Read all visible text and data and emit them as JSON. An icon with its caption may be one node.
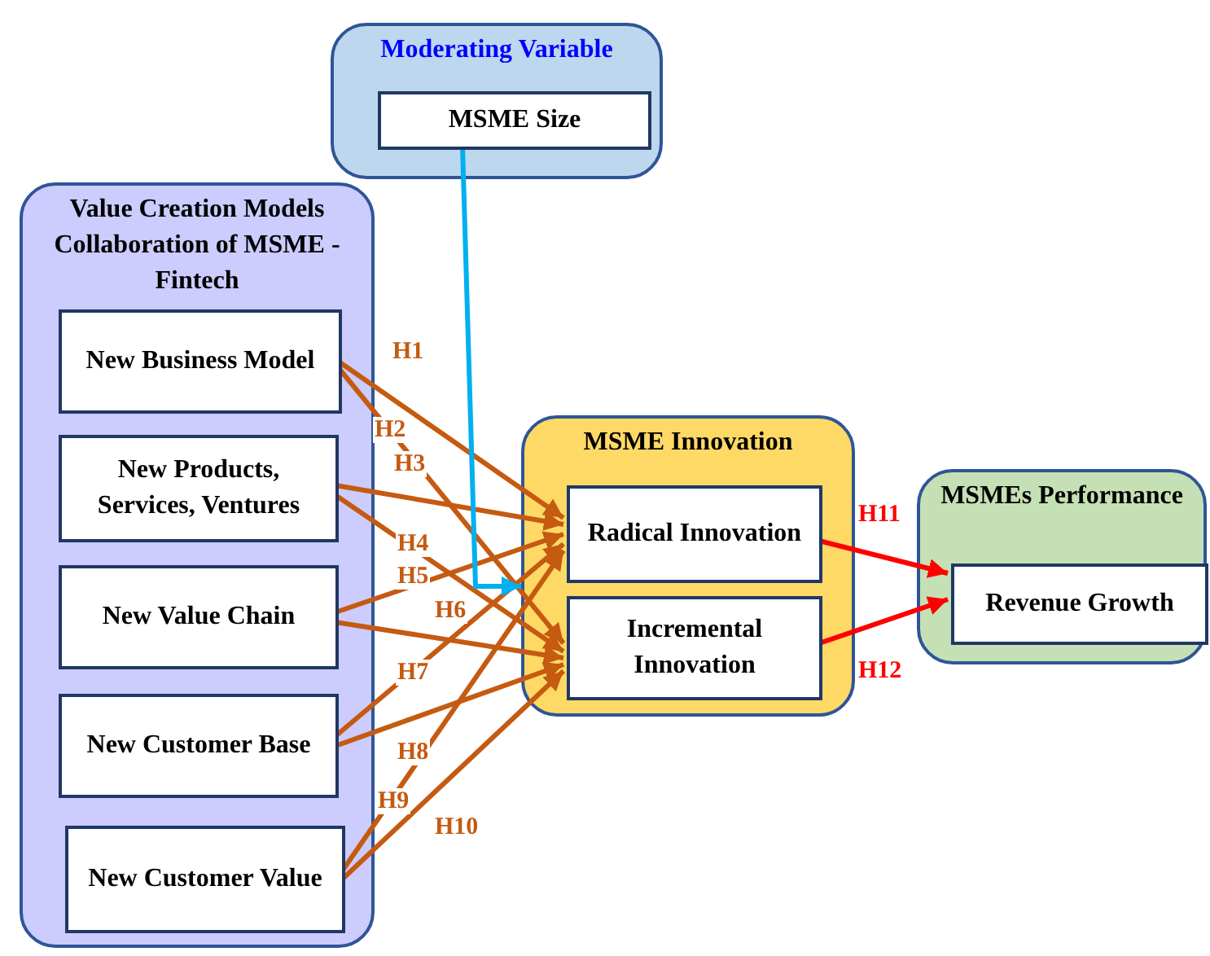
{
  "diagram": {
    "nodes": [
      {
        "text": [
          "Moderating Variable"
        ]
      },
      {
        "text": [
          "MSME Size"
        ],
        "in": 0
      },
      {
        "text": [
          "Value Creation Models Collaboration of MSME - Fintech"
        ]
      },
      {
        "text": [
          "New Business Model"
        ],
        "in": 2
      },
      {
        "text": [
          "New Products, Services, Ventures"
        ],
        "in": 2
      },
      {
        "text": [
          "New Value Chain"
        ],
        "in": 2
      },
      {
        "text": [
          "New Customer Base"
        ],
        "in": 2
      },
      {
        "text": [
          "New Customer Value"
        ],
        "in": 2
      },
      {
        "text": [
          "MSME Innovation"
        ]
      },
      {
        "text": [
          "Radical Innovation"
        ],
        "in": 8
      },
      {
        "text": [
          "Incremental Innovation"
        ],
        "in": 8
      },
      {
        "text": [
          "MSMEs Performance"
        ]
      },
      {
        "text": [
          "Revenue Growth"
        ],
        "in": 11
      }
    ],
    "edges": [
      {
        "from": 3,
        "to": 9,
        "arrow": "to",
        "label": "H1"
      },
      {
        "from": 3,
        "to": 10,
        "arrow": "to",
        "label": "H2"
      },
      {
        "from": 4,
        "to": 9,
        "arrow": "to",
        "label": "H3"
      },
      {
        "from": 4,
        "to": 10,
        "arrow": "to",
        "label": "H4"
      },
      {
        "from": 5,
        "to": 9,
        "arrow": "to",
        "label": "H5"
      },
      {
        "from": 5,
        "to": 10,
        "arrow": "to",
        "label": "H6"
      },
      {
        "from": 6,
        "to": 9,
        "arrow": "to",
        "label": "H7"
      },
      {
        "from": 6,
        "to": 10,
        "arrow": "to",
        "label": "H8"
      },
      {
        "from": 7,
        "to": 9,
        "arrow": "to",
        "label": "H9"
      },
      {
        "from": 7,
        "to": 10,
        "arrow": "to",
        "label": "H10"
      },
      {
        "from": 9,
        "to": 12,
        "arrow": "to",
        "label": "H11",
        "color": "#ff0000"
      },
      {
        "from": 10,
        "to": 12,
        "arrow": "to",
        "label": "H12",
        "color": "#ff0000"
      },
      {
        "from": 1,
        "to": 8,
        "arrow": "to",
        "color": "#00b0f0"
      }
    ]
  }
}
